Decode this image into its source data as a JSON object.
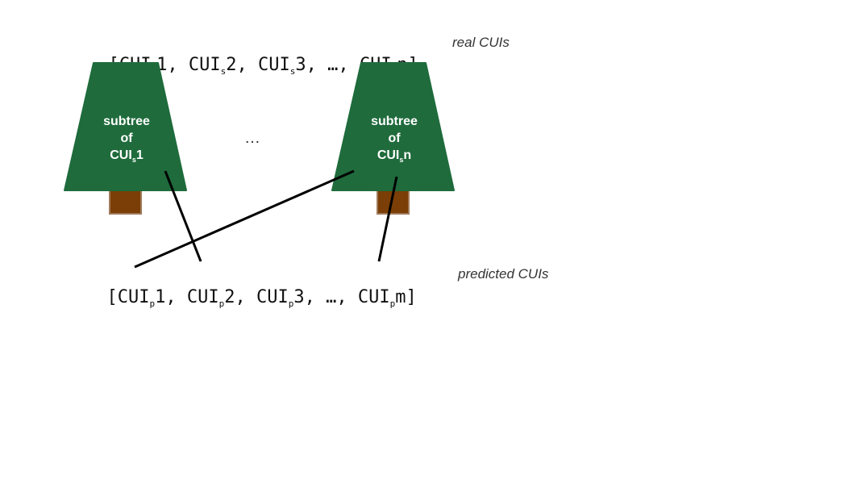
{
  "real_list": {
    "open": "[",
    "items": [
      {
        "base": "CUI",
        "sub": "s",
        "suffix": "1"
      },
      {
        "base": "CUI",
        "sub": "s",
        "suffix": "2"
      },
      {
        "base": "CUI",
        "sub": "s",
        "suffix": "3"
      },
      {
        "base": "…",
        "sub": "",
        "suffix": ""
      },
      {
        "base": "CUI",
        "sub": "s",
        "suffix": "n"
      }
    ],
    "close": "]",
    "note": "real CUIs"
  },
  "predicted_list": {
    "open": "[",
    "items": [
      {
        "base": "CUI",
        "sub": "p",
        "suffix": "1"
      },
      {
        "base": "CUI",
        "sub": "p",
        "suffix": "2"
      },
      {
        "base": "CUI",
        "sub": "p",
        "suffix": "3"
      },
      {
        "base": "…",
        "sub": "",
        "suffix": ""
      },
      {
        "base": "CUI",
        "sub": "p",
        "suffix": "m"
      }
    ],
    "close": "]",
    "note": "predicted CUIs"
  },
  "trees": [
    {
      "line1": "subtree",
      "line2": "of",
      "line3_base": "CUI",
      "line3_sub": "s",
      "line3_suffix": "1"
    },
    {
      "line1": "subtree",
      "line2": "of",
      "line3_base": "CUI",
      "line3_sub": "s",
      "line3_suffix": "n"
    }
  ],
  "between_trees": "…",
  "colors": {
    "foliage": "#1f6b3c",
    "trunk": "#7a3e06",
    "trunk_border": "#a07a5a",
    "link": "#000000"
  }
}
